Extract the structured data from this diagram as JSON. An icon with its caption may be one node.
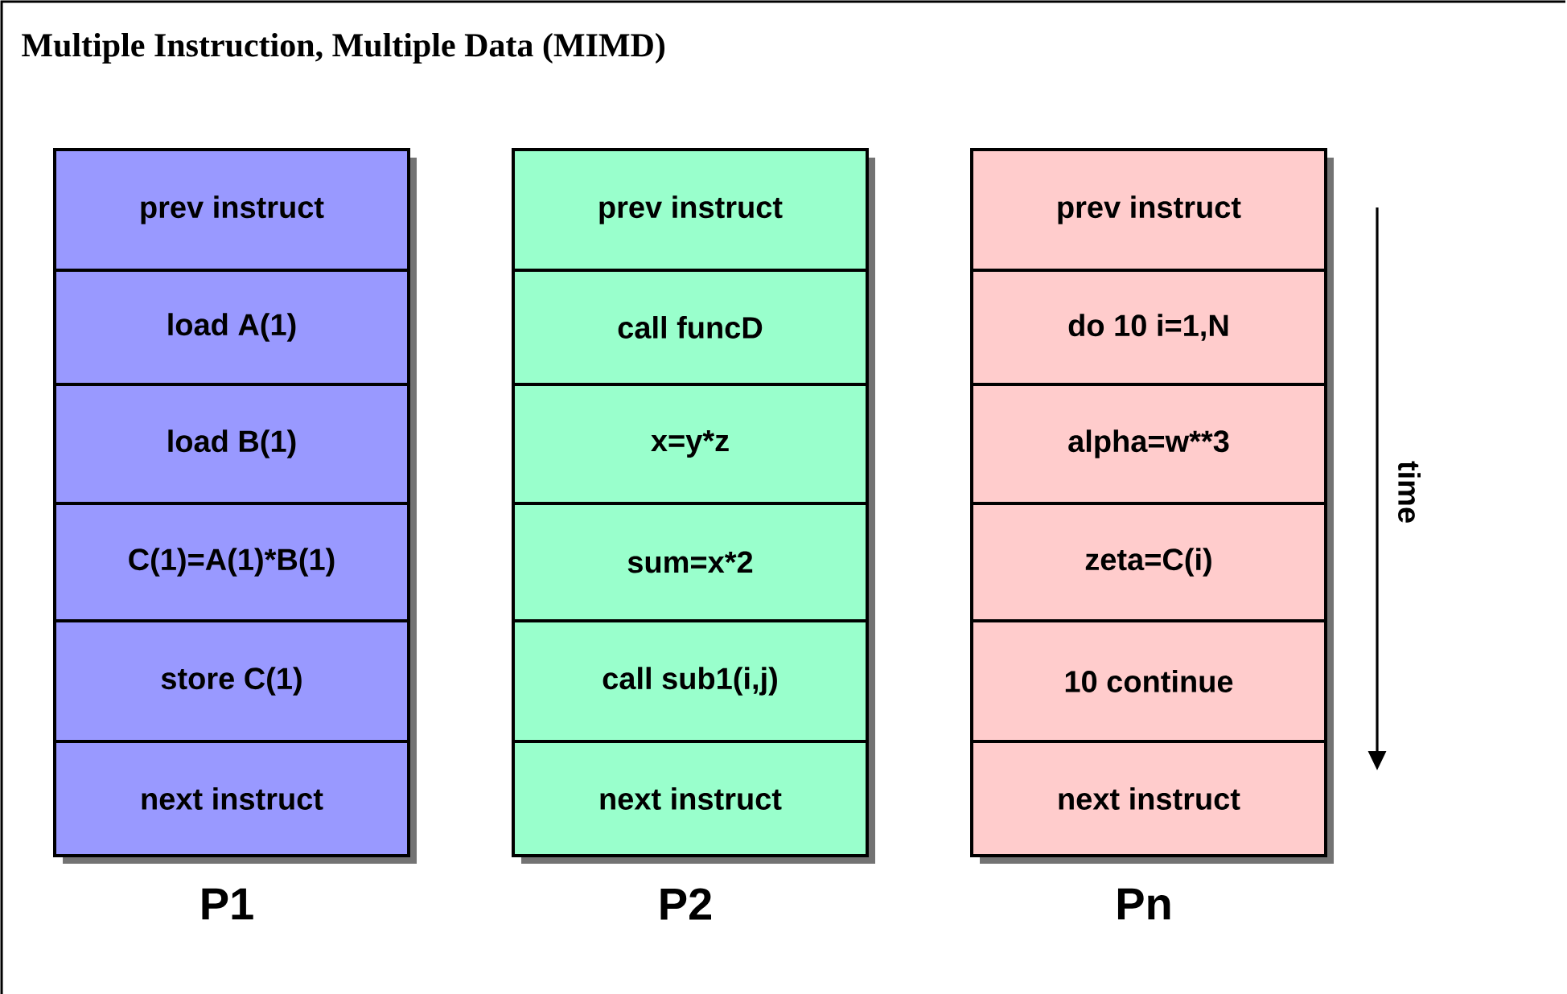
{
  "diagram": {
    "title": "Multiple Instruction, Multiple Data (MIMD)",
    "nodes": [
      {
        "text": [
          "P1"
        ]
      },
      {
        "text": [
          "prev instruct"
        ],
        "in": 0
      },
      {
        "text": [
          "load A(1)"
        ],
        "in": 0
      },
      {
        "text": [
          "load B(1)"
        ],
        "in": 0
      },
      {
        "text": [
          "C(1)=A(1)*B(1)"
        ],
        "in": 0
      },
      {
        "text": [
          "store C(1)"
        ],
        "in": 0
      },
      {
        "text": [
          "next instruct"
        ],
        "in": 0
      },
      {
        "text": [
          "P2"
        ]
      },
      {
        "text": [
          "prev instruct"
        ],
        "in": 7
      },
      {
        "text": [
          "call funcD"
        ],
        "in": 7
      },
      {
        "text": [
          "x=y*z"
        ],
        "in": 7
      },
      {
        "text": [
          "sum=x*2"
        ],
        "in": 7
      },
      {
        "text": [
          "call sub1(i,j)"
        ],
        "in": 7
      },
      {
        "text": [
          "next instruct"
        ],
        "in": 7
      },
      {
        "text": [
          "Pn"
        ]
      },
      {
        "text": [
          "prev instruct"
        ],
        "in": 14
      },
      {
        "text": [
          "do 10 i=1,N"
        ],
        "in": 14
      },
      {
        "text": [
          "alpha=w**3"
        ],
        "in": 14
      },
      {
        "text": [
          "zeta=C(i)"
        ],
        "in": 14
      },
      {
        "text": [
          "10 continue"
        ],
        "in": 14
      },
      {
        "text": [
          "next instruct"
        ],
        "in": 14
      }
    ],
    "labels": [
      "time"
    ]
  }
}
